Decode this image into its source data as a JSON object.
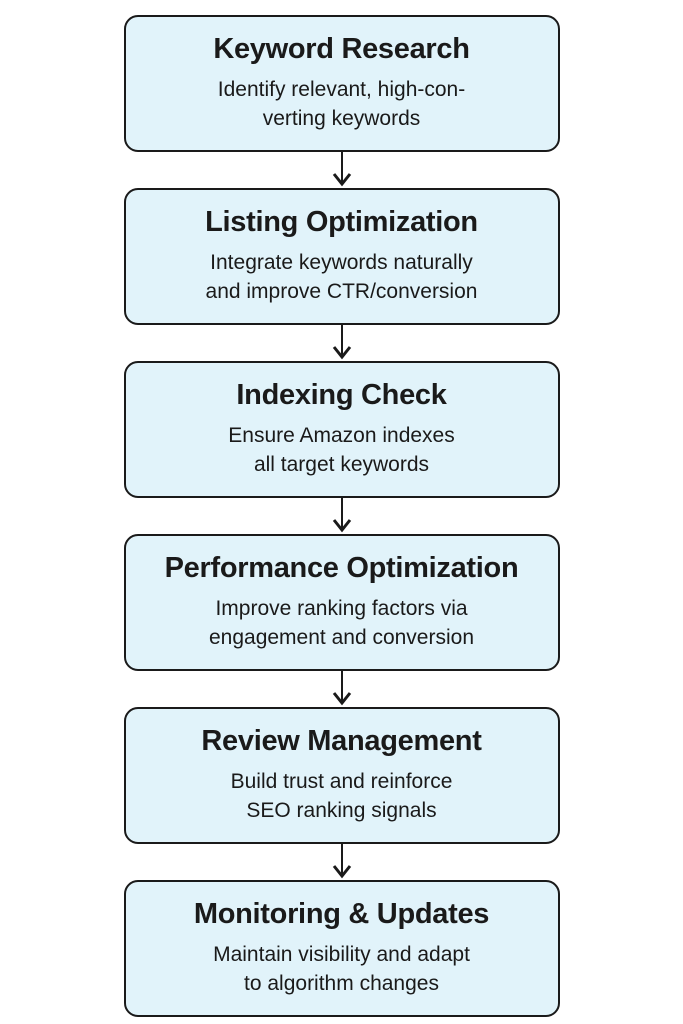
{
  "diagram": {
    "type": "flowchart",
    "direction": "top-down",
    "colors": {
      "box_fill": "#e1f3fa",
      "box_border": "#1a1a1a",
      "text": "#1a1a1a",
      "background": "#ffffff",
      "arrow": "#1a1a1a"
    },
    "steps": [
      {
        "title": "Keyword Research",
        "description": "Identify relevant, high-con-\nverting keywords"
      },
      {
        "title": "Listing Optimization",
        "description": "Integrate keywords naturally\nand improve CTR/conversion"
      },
      {
        "title": "Indexing Check",
        "description": "Ensure Amazon indexes\nall target keywords"
      },
      {
        "title": "Performance Optimization",
        "description": "Improve ranking factors via\nengagement and conversion"
      },
      {
        "title": "Review Management",
        "description": "Build trust and reinforce\nSEO ranking signals"
      },
      {
        "title": "Monitoring & Updates",
        "description": "Maintain visibility and adapt\nto algorithm changes"
      }
    ]
  }
}
